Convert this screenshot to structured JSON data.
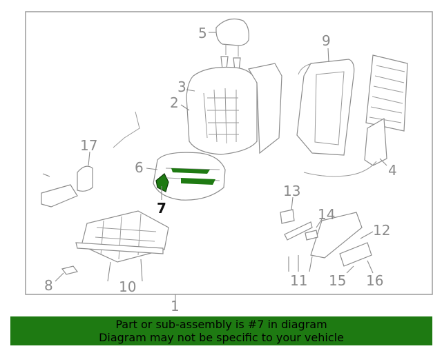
{
  "diagram": {
    "assembly_number": "1",
    "callouts": [
      "2",
      "3",
      "4",
      "5",
      "6",
      "7",
      "8",
      "9",
      "10",
      "11",
      "12",
      "13",
      "14",
      "15",
      "16",
      "17"
    ],
    "highlighted_part": "7",
    "highlight_color": "#1e7a12"
  },
  "banner": {
    "line1": "Part or sub-assembly is #7 in diagram",
    "line2": "Diagram may not be specific to your vehicle",
    "background": "#1e7a12"
  }
}
